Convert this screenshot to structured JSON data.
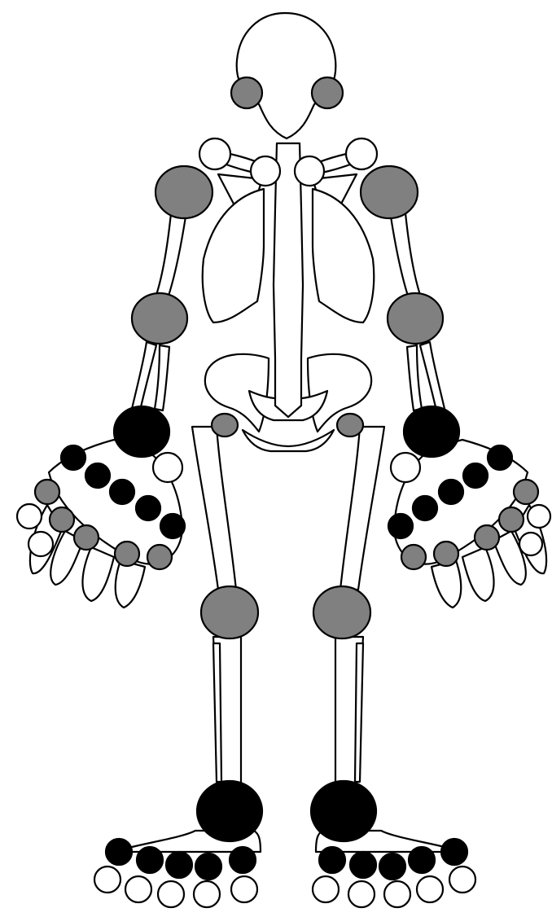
{
  "figure": {
    "subject": "skeleton-joint-involvement-homunculus",
    "legend_text": []
  },
  "colors": {
    "background": "#ffffff",
    "outline": "#000000",
    "joint_black": "#000000",
    "joint_gray": "#808080",
    "joint_white": "#ffffff"
  },
  "joint_shading_levels": [
    "black",
    "gray",
    "white"
  ],
  "joints": [
    {
      "name": "temporomandibular-left",
      "shade": "gray"
    },
    {
      "name": "temporomandibular-right",
      "shade": "gray"
    },
    {
      "name": "sternoclavicular-left",
      "shade": "white"
    },
    {
      "name": "sternoclavicular-right",
      "shade": "white"
    },
    {
      "name": "acromioclavicular-left",
      "shade": "white"
    },
    {
      "name": "acromioclavicular-right",
      "shade": "white"
    },
    {
      "name": "shoulder-left",
      "shade": "gray"
    },
    {
      "name": "shoulder-right",
      "shade": "gray"
    },
    {
      "name": "elbow-left",
      "shade": "gray"
    },
    {
      "name": "elbow-right",
      "shade": "gray"
    },
    {
      "name": "wrist-left",
      "shade": "black"
    },
    {
      "name": "wrist-right",
      "shade": "black"
    },
    {
      "name": "hip-left",
      "shade": "gray"
    },
    {
      "name": "hip-right",
      "shade": "gray"
    },
    {
      "name": "knee-left",
      "shade": "gray"
    },
    {
      "name": "knee-right",
      "shade": "gray"
    },
    {
      "name": "ankle-left",
      "shade": "black"
    },
    {
      "name": "ankle-right",
      "shade": "black"
    },
    {
      "name": "mcp-left",
      "shade": "black"
    },
    {
      "name": "mcp-right",
      "shade": "black"
    },
    {
      "name": "pip-left",
      "shade": "gray"
    },
    {
      "name": "pip-right",
      "shade": "gray"
    },
    {
      "name": "dip-left",
      "shade": "white"
    },
    {
      "name": "dip-right",
      "shade": "white"
    },
    {
      "name": "mtp-left",
      "shade": "black"
    },
    {
      "name": "mtp-right",
      "shade": "black"
    },
    {
      "name": "toe-ip-left",
      "shade": "white"
    },
    {
      "name": "toe-ip-right",
      "shade": "white"
    }
  ]
}
